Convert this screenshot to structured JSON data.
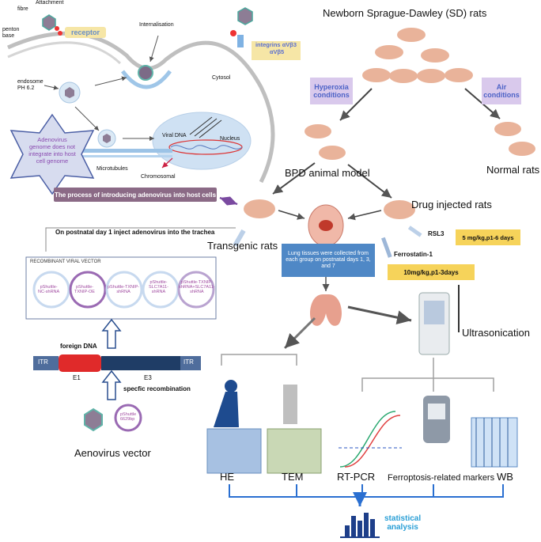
{
  "mechanism": {
    "fibre": "fibre",
    "attachment": "Attachment",
    "penton_base": "penton\nbase",
    "receptor": "receptor",
    "internalisation": "Internalisation",
    "integrins": "integrins αVβ3\n αVβ5",
    "endosome": "endosome\nPH 6.2",
    "cytosol": "Cytosol",
    "viral_dna": "Viral DNA",
    "nucleus": "Nucleus",
    "microtubules": "Microtubules",
    "chromosomal": "Chromosomal",
    "star_text": "Adenovirus genome does not integrate into host cell genome",
    "process_box": "The process of introducing adenovirus into host cells"
  },
  "injection_note": "On postnatal day 1 inject adenovirus into the trachea",
  "vector_panel": {
    "title": "RECOMBINANT VIRAL VECTOR",
    "plasmids": [
      "pShuttle-\nNC-shRNA",
      "pShuttle-\nTXNIP-OE",
      "pShuttle-TXNIP-\nshRNA",
      "pShuttle-\nSLC7A11-\nshRNA",
      "pShuttle-TXNIP-\nshRNA+SLC7A11-\nshRNA"
    ]
  },
  "construct": {
    "foreign_dna": "foreign DNA",
    "itr_left": "ITR",
    "itr_right": "ITR",
    "e1": "E1",
    "e3": "E3",
    "recombination": "specfic recombination",
    "small_plasmid": "pShuttle\n6629bp",
    "vector_label": "Aenovirus vector"
  },
  "rats": {
    "title": "Newborn Sprague-Dawley (SD) rats",
    "hyperoxia": "Hyperoxia\nconditions",
    "air": "Air\nconditions",
    "bpd_model": "BPD animal model",
    "normal": "Normal rats",
    "drug_injected": "Drug injected rats",
    "transgenic": "Transgenic rats",
    "rsl3": "RSL3",
    "rsl3_dose": "5 mg/kg,p1-6 days",
    "ferrostatin": "Ferrostatin-1",
    "ferrostatin_dose": "10mg/kg,p1-3days",
    "lung_box": "Lung tissues were collected from each group on postnatal days 1, 3, and 7"
  },
  "analysis": {
    "ultrasonication": "Ultrasonication",
    "he": "HE",
    "tem": "TEM",
    "rtpcr": "RT-PCR",
    "ferroptosis": "Ferroptosis-related markers",
    "wb": "WB",
    "statistical": "statistical\nanalysis"
  },
  "colors": {
    "purple": "#8b6a86",
    "lavender": "#d9c9ec",
    "yellow": "#f6d35a",
    "blue_box": "#4f88c6",
    "rat": "#e9b39a",
    "itr_blue": "#2f4f7c",
    "e1_red": "#e02a2a"
  }
}
